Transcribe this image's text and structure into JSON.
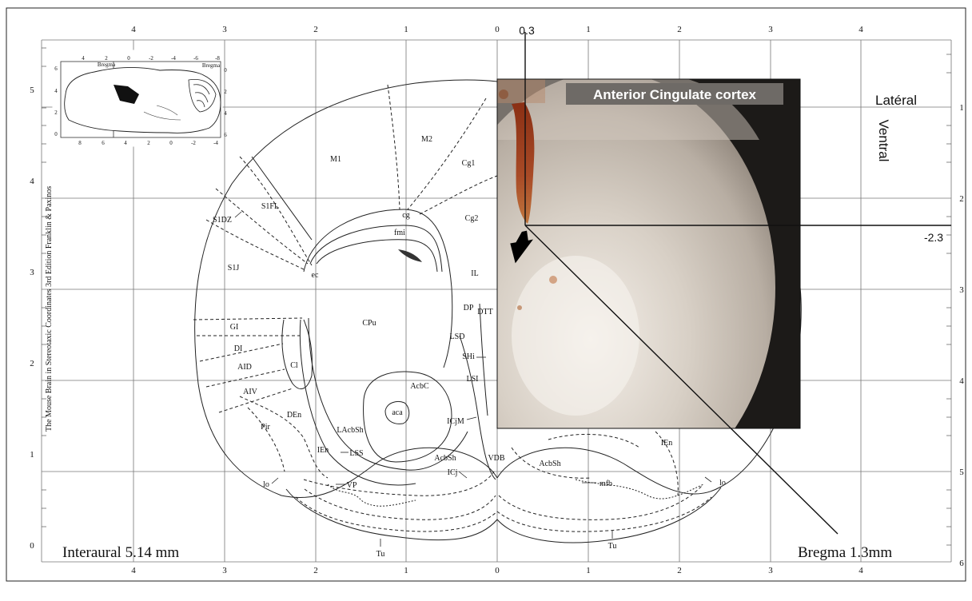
{
  "atlas": {
    "top_axis_ticks": [
      "4",
      "3",
      "2",
      "1",
      "0",
      "1",
      "2",
      "3",
      "4"
    ],
    "bottom_axis_ticks": [
      "4",
      "3",
      "2",
      "1",
      "0",
      "1",
      "2",
      "3",
      "4"
    ],
    "left_axis_ticks": [
      "5",
      "4",
      "3",
      "2",
      "1",
      "0"
    ],
    "right_axis_ticks": [
      "1",
      "2",
      "3",
      "4",
      "5",
      "6"
    ],
    "interaural_label": "Interaural 5.14 mm",
    "bregma_label": "Bregma 1.3mm",
    "vertical_credit": "The Mouse Brain in Stereotaxic Coordinates 3rd Edition  Franklin & Paxinos",
    "regions": {
      "M1": "M1",
      "M2": "M2",
      "Cg1": "Cg1",
      "Cg2": "Cg2",
      "S1FL": "S1FL",
      "S1DZ": "S1DZ",
      "S1J": "S1J",
      "cg": "cg",
      "fmi": "fmi",
      "ec": "ec",
      "IL": "IL",
      "CPu": "CPu",
      "DP": "DP",
      "DTT": "DTT",
      "GI": "GI",
      "DI": "DI",
      "AID": "AID",
      "AIV": "AIV",
      "Cl": "Cl",
      "LSD": "LSD",
      "SHi": "SHi",
      "LSI": "LSI",
      "AcbC": "AcbC",
      "aca": "aca",
      "Pir": "Pir",
      "DEn": "DEn",
      "LAcbSh": "LAcbSh",
      "ICjM": "ICjM",
      "IEn": "IEn",
      "LSS": "LSS",
      "AcbSh": "AcbSh",
      "VDB": "VDB",
      "ICj": "ICj",
      "lo": "lo",
      "VP": "VP",
      "Tu": "Tu",
      "AcbSh_r": "AcbSh",
      "IEn_r": "IEn",
      "mfb": "mfb",
      "lo_r": "lo",
      "Tu_r": "Tu"
    },
    "inset": {
      "top_ticks": [
        "4",
        "2",
        "0",
        "-2",
        "-4",
        "-6",
        "-8"
      ],
      "bottom_ticks": [
        "8",
        "6",
        "4",
        "2",
        "0",
        "-2",
        "-4"
      ],
      "left_ticks": [
        "6",
        "4",
        "2",
        "0"
      ],
      "right_ticks": [
        "0",
        "2",
        "4",
        "6"
      ],
      "bregma_left": "Bregma",
      "bregma_right": "Bregma"
    }
  },
  "overlay": {
    "photo_title": "Anterior Cingulate cortex",
    "coord_lateral": "0.3",
    "coord_ventral": "-2.3",
    "lateral_label": "Latéral",
    "ventral_label": "Ventral"
  },
  "colors": {
    "photo_bg": "#1c1a18",
    "tissue": "#cfc6bc",
    "lesion": "#9a3a1e",
    "arrow": "#000000",
    "title_box": "#6e6a66"
  }
}
